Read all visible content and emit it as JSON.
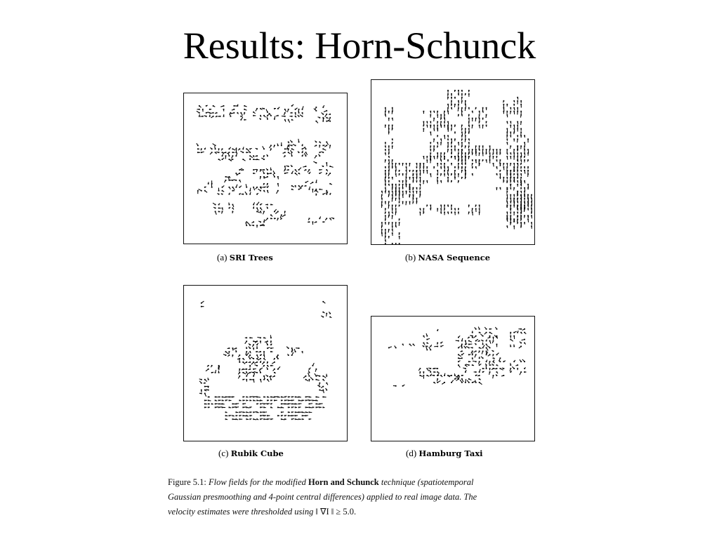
{
  "slide": {
    "title": "Results: Horn-Schunck"
  },
  "panels": [
    {
      "id": "a",
      "label": "(a)",
      "name": "SRI Trees"
    },
    {
      "id": "b",
      "label": "(b)",
      "name": "NASA Sequence"
    },
    {
      "id": "c",
      "label": "(c)",
      "name": "Rubik Cube"
    },
    {
      "id": "d",
      "label": "(d)",
      "name": "Hamburg Taxi"
    }
  ],
  "figure_caption": {
    "prefix": "Figure 5.1:",
    "part1": "Flow fields for the modified",
    "method": "Horn and Schunck",
    "part2": "technique (spatiotemporal",
    "line2": "Gaussian presmoothing and 4-point central differences) applied to real image data. The",
    "line3_a": "velocity estimates were thresholded using",
    "line3_b": "‖ ∇I ‖ ≥ 5.0."
  }
}
